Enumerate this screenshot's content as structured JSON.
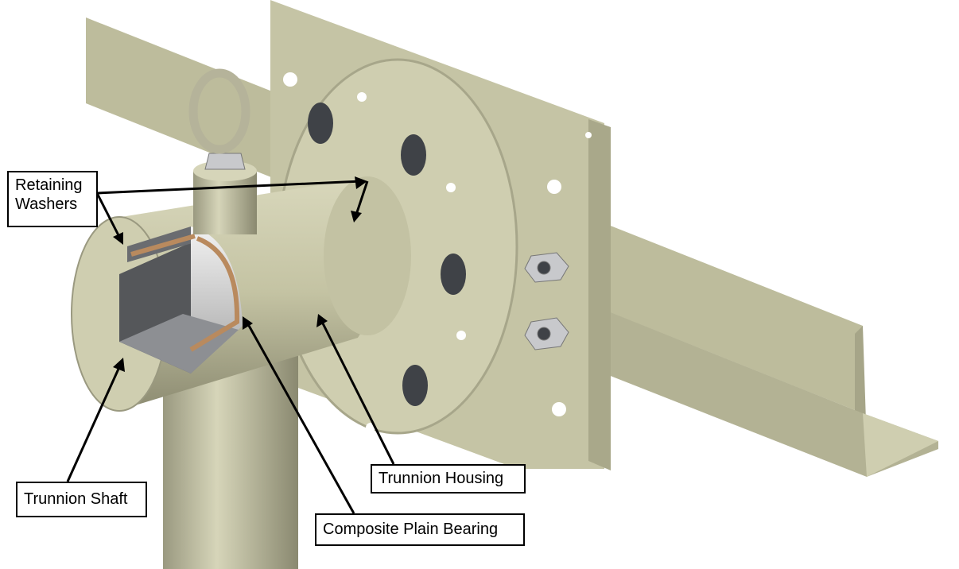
{
  "diagram": {
    "labels": {
      "retaining_washers_line1": "Retaining",
      "retaining_washers_line2": "Washers",
      "trunnion_shaft": "Trunnion Shaft",
      "trunnion_housing": "Trunnion Housing",
      "composite_plain_bearing": "Composite Plain Bearing"
    },
    "colors": {
      "body": "#c9c8a8",
      "body_dark": "#9e9d80",
      "cut_face": "#55575a",
      "bearing_liner": "#b98a5e",
      "bolt": "#3f4247"
    }
  }
}
